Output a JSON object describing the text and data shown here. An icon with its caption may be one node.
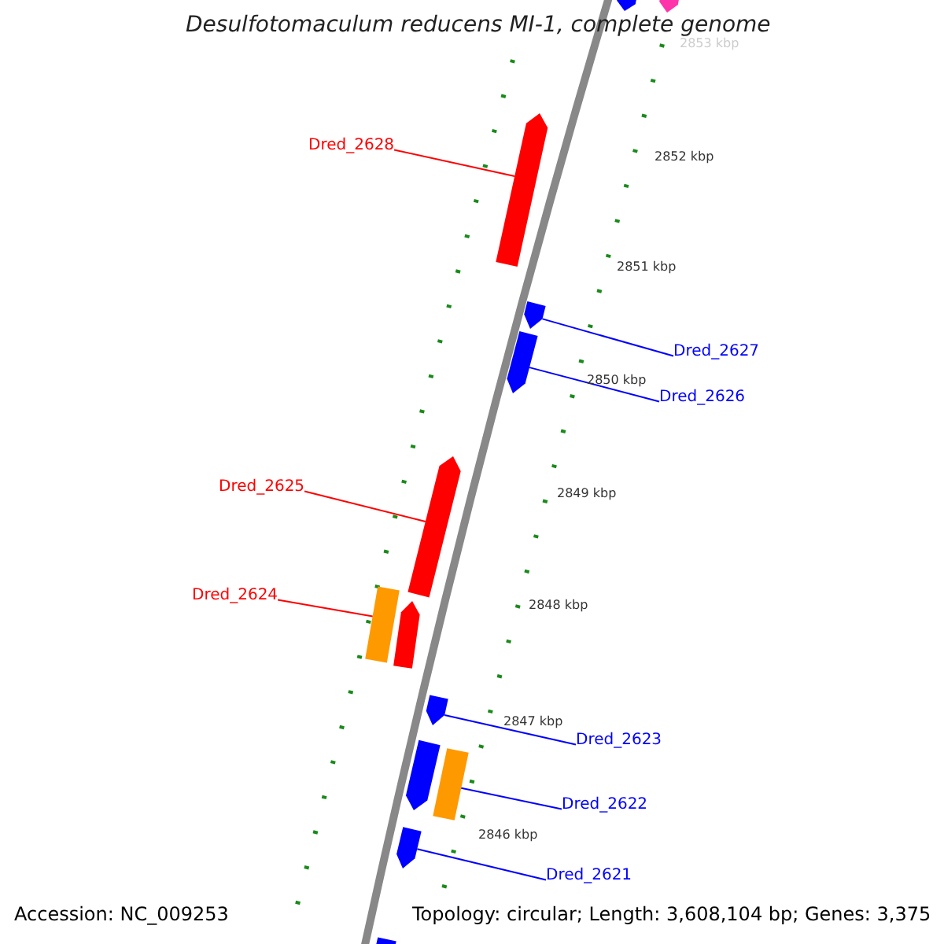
{
  "diagram": {
    "title": "Desulfotomaculum reducens MI-1, complete genome",
    "nodes": [
      {
        "text": [],
        "shape": "bar"
      },
      {
        "text": [],
        "shape": "bar"
      },
      {
        "text": [
          "Dred_2628"
        ]
      },
      {
        "text": [],
        "shape": "bar"
      },
      {
        "text": [
          "Dred_2627"
        ]
      },
      {
        "text": [],
        "shape": "bar"
      },
      {
        "text": [
          "Dred_2626"
        ]
      },
      {
        "text": [],
        "shape": "bar"
      },
      {
        "text": [
          "Dred_2625"
        ]
      },
      {
        "text": [],
        "shape": "bar"
      },
      {
        "text": [
          "Dred_2624"
        ]
      },
      {
        "text": [],
        "shape": "bar"
      },
      {
        "text": [],
        "shape": "bar"
      },
      {
        "text": [
          "Dred_2623"
        ]
      },
      {
        "text": [],
        "shape": "bar"
      },
      {
        "text": [],
        "shape": "bar"
      },
      {
        "text": [
          "Dred_2622"
        ]
      },
      {
        "text": [],
        "shape": "bar"
      },
      {
        "text": [
          "Dred_2621"
        ]
      },
      {
        "text": [],
        "shape": "bar"
      },
      {
        "text": [],
        "shape": "bar"
      }
    ],
    "edges": [
      {
        "from": 2,
        "to": 3,
        "arrow": "none",
        "color": "#ff0000"
      },
      {
        "from": 4,
        "to": 5,
        "arrow": "none",
        "color": "#0000ff"
      },
      {
        "from": 6,
        "to": 7,
        "arrow": "none",
        "color": "#0000ff"
      },
      {
        "from": 8,
        "to": 9,
        "arrow": "none",
        "color": "#ff0000"
      },
      {
        "from": 10,
        "to": 11,
        "arrow": "none",
        "color": "#ff0000"
      },
      {
        "from": 13,
        "to": 14,
        "arrow": "none",
        "color": "#0000ff"
      },
      {
        "from": 16,
        "to": 17,
        "arrow": "none",
        "color": "#0000ff"
      },
      {
        "from": 18,
        "to": 19,
        "arrow": "none",
        "color": "#0000ff"
      }
    ],
    "labels": [
      "2853 kbp",
      "2852 kbp",
      "2851 kbp",
      "2850 kbp",
      "2849 kbp",
      "2848 kbp",
      "2847 kbp",
      "2846 kbp",
      "Accession: NC_009253",
      "Topology: circular; Length: 3,608,104 bp; Genes: 3,375"
    ]
  }
}
